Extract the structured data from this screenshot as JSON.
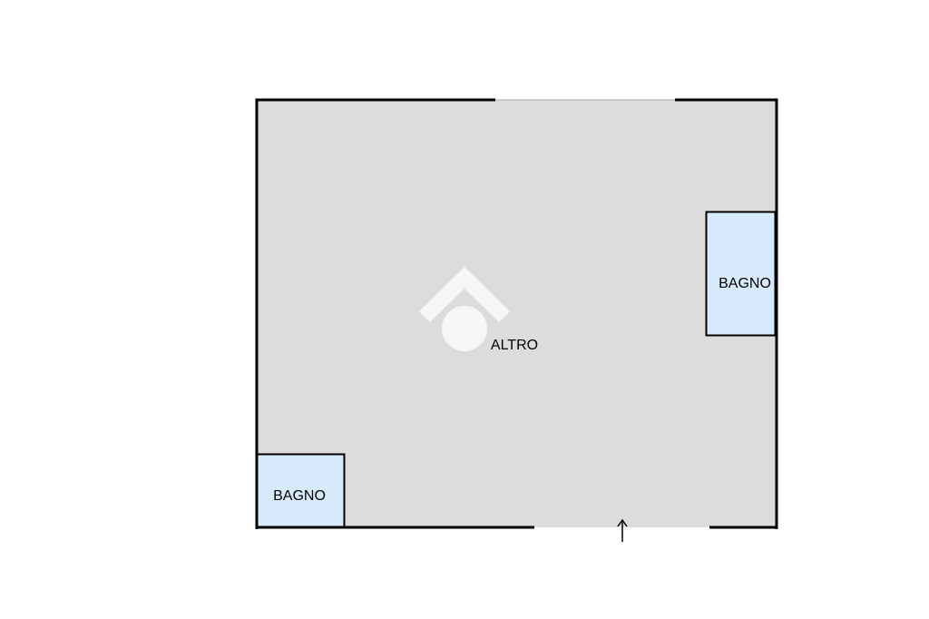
{
  "floorplan": {
    "rooms": [
      {
        "id": "main",
        "label": "ALTRO"
      },
      {
        "id": "bath-right",
        "label": "BAGNO"
      },
      {
        "id": "bath-left",
        "label": "BAGNO"
      }
    ],
    "entrance": {
      "marker": "entrance-arrow"
    },
    "watermark": {
      "icon": "house-logo-watermark"
    },
    "colors": {
      "floor": "#dcdcdc",
      "bathroom": "#d6eafc",
      "wall": "#000000",
      "window": "#ffffff",
      "watermark": "#ffffff"
    }
  }
}
